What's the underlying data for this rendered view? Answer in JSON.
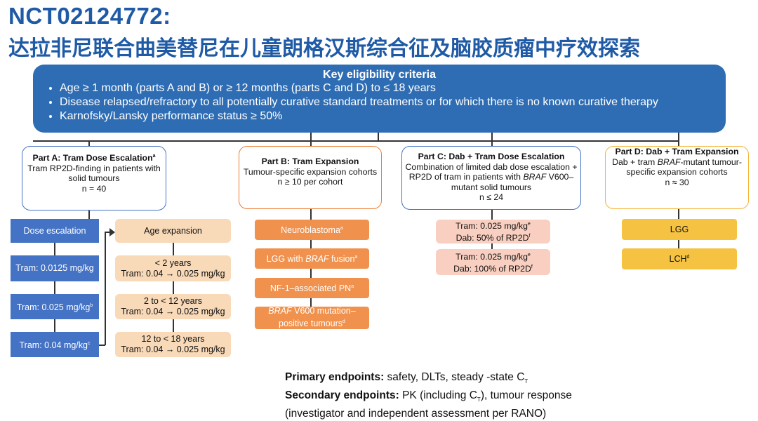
{
  "title": {
    "line1": "NCT02124772:",
    "line2": "达拉非尼联合曲美替尼在儿童朗格汉斯综合征及脑胶质瘤中疗效探索"
  },
  "eligibility": {
    "heading": "Key eligibility criteria",
    "items": [
      "Age ≥ 1 month (parts A and B) or ≥ 12 months (parts C and D) to ≤ 18 years",
      "Disease relapsed/refractory to all potentially curative standard treatments or for which there is no known curative therapy",
      "Karnofsky/Lansky performance status ≥ 50%"
    ]
  },
  "partA": {
    "title": "Part A: Tram Dose Escalation",
    "title_sup": "a",
    "desc": "Tram RP2D-finding in patients with solid tumours",
    "n": "n = 40",
    "dose_header": "Dose escalation",
    "doses": [
      {
        "text": "Tram: 0.0125 mg/kg",
        "sup": ""
      },
      {
        "text": "Tram: 0.025 mg/kg",
        "sup": "b"
      },
      {
        "text": "Tram: 0.04 mg/kg",
        "sup": "c"
      }
    ],
    "age_header": "Age expansion",
    "ages": [
      {
        "range": "< 2 years",
        "dose": "Tram: 0.04 → 0.025 mg/kg"
      },
      {
        "range": "2 to < 12 years",
        "dose": "Tram: 0.04 → 0.025 mg/kg"
      },
      {
        "range": "12 to < 18 years",
        "dose": "Tram: 0.04 → 0.025 mg/kg"
      }
    ]
  },
  "partB": {
    "title": "Part B: Tram Expansion",
    "desc": "Tumour-specific expansion cohorts",
    "n": "n ≥ 10 per cohort",
    "cohorts": [
      {
        "pre": "Neuroblastoma",
        "ital": "",
        "post": "",
        "sup": "a"
      },
      {
        "pre": "LGG with ",
        "ital": "BRAF",
        "post": " fusion",
        "sup": "a"
      },
      {
        "pre": "NF-1–associated PN",
        "ital": "",
        "post": "",
        "sup": "a"
      },
      {
        "pre": "",
        "ital": "BRAF",
        "post": " V600 mutation–positive tumours",
        "sup": "d"
      }
    ]
  },
  "partC": {
    "title": "Part C: Dab + Tram Dose Escalation",
    "desc_pre": "Combination of limited dab dose escalation + RP2D of tram in patients with ",
    "desc_ital": "BRAF",
    "desc_post": " V600–mutant solid tumours",
    "n": "n ≤ 24",
    "doses": [
      {
        "line1": "Tram: 0.025 mg/kg",
        "sup1": "e",
        "line2": "Dab: 50% of RP2D",
        "sup2": "f"
      },
      {
        "line1": "Tram: 0.025 mg/kg",
        "sup1": "e",
        "line2": "Dab: 100% of RP2D",
        "sup2": "f"
      }
    ]
  },
  "partD": {
    "title": "Part D: Dab + Tram Expansion",
    "desc_pre": "Dab + tram ",
    "desc_ital": "BRAF",
    "desc_post": "-mutant tumour-specific expansion cohorts",
    "n": "n ≈ 30",
    "cohorts": [
      {
        "text": "LGG",
        "sup": ""
      },
      {
        "text": "LCH",
        "sup": "d"
      }
    ]
  },
  "endpoints": {
    "primary_label": "Primary endpoints:",
    "primary_text": " safety, DLTs, steady -state C",
    "primary_sub": "T",
    "secondary_label": "Secondary endpoints:",
    "secondary_text1": " PK (including C",
    "secondary_sub": "T",
    "secondary_text2": "), tumour response",
    "secondary_line2": "(investigator and independent assessment per RANO)"
  },
  "colors": {
    "title": "#1f5aa6",
    "criteria_box": "#2e6db4",
    "partA_border": "#4472c4",
    "partB_border": "#ed7d31",
    "partC_border": "#4472c4",
    "partD_border": "#f5b335",
    "dose_blue": "#4472c4",
    "age_peach": "#f8d9b8",
    "cohort_orange": "#f0914d",
    "partC_salmon": "#f8cfc0",
    "partD_yellow": "#f5c242"
  }
}
